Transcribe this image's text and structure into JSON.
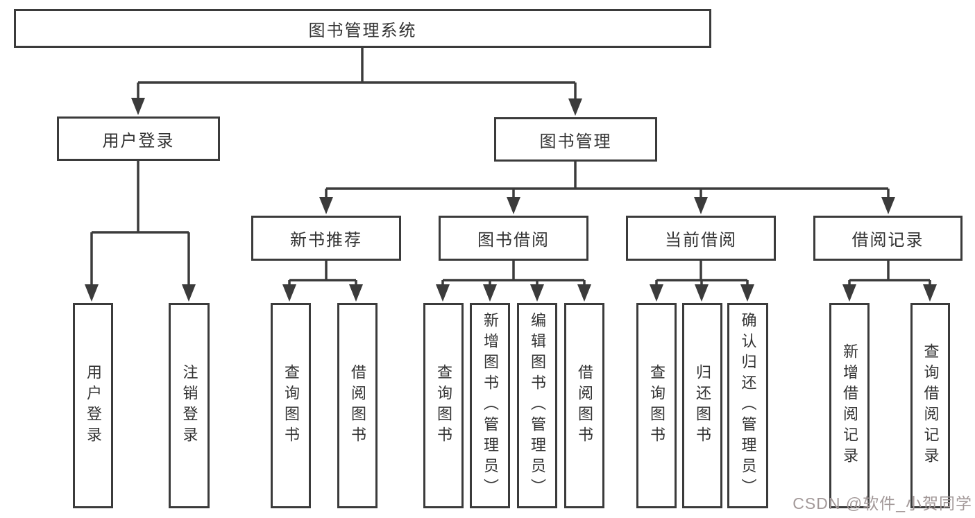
{
  "tree": {
    "root": {
      "label": "图书管理系统"
    },
    "branches": [
      {
        "label": "用户登录"
      },
      {
        "label": "图书管理"
      }
    ],
    "sections": [
      {
        "label": "新书推荐",
        "parent": "图书管理"
      },
      {
        "label": "图书借阅",
        "parent": "图书管理"
      },
      {
        "label": "当前借阅",
        "parent": "图书管理"
      },
      {
        "label": "借阅记录",
        "parent": "图书管理"
      }
    ],
    "leaves": [
      {
        "label": "用户登录",
        "parent": "用户登录"
      },
      {
        "label": "注销登录",
        "parent": "用户登录"
      },
      {
        "label": "查询图书",
        "parent": "新书推荐"
      },
      {
        "label": "借阅图书",
        "parent": "新书推荐"
      },
      {
        "label": "查询图书",
        "parent": "图书借阅"
      },
      {
        "label": "新增图书（管理员）",
        "parent": "图书借阅"
      },
      {
        "label": "编辑图书（管理员）",
        "parent": "图书借阅"
      },
      {
        "label": "借阅图书",
        "parent": "图书借阅"
      },
      {
        "label": "查询图书",
        "parent": "当前借阅"
      },
      {
        "label": "归还图书",
        "parent": "当前借阅"
      },
      {
        "label": "确认归还（管理员）",
        "parent": "当前借阅"
      },
      {
        "label": "新增借阅记录",
        "parent": "借阅记录"
      },
      {
        "label": "查询借阅记录",
        "parent": "借阅记录"
      }
    ]
  },
  "watermark": {
    "text": "CSDN @软件_小贺同学",
    "color": "#a29898"
  },
  "colors": {
    "line": "#3b3b3b",
    "border": "#3b3b3b",
    "text": "#333333",
    "background": "#ffffff"
  }
}
